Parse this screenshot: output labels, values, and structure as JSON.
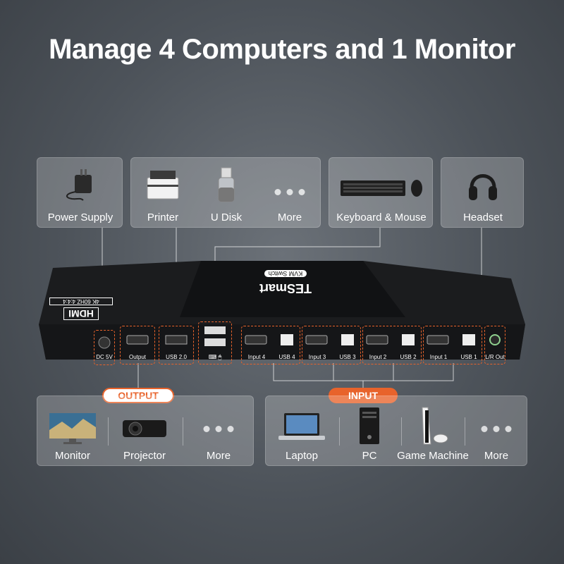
{
  "title": "Manage 4 Computers and 1 Monitor",
  "top_cards": {
    "power": {
      "label": "Power Supply",
      "icon": "power-adapter-icon"
    },
    "usb_devices": [
      {
        "label": "Printer",
        "icon": "printer-icon"
      },
      {
        "label": "U Disk",
        "icon": "usb-disk-icon"
      },
      {
        "label": "More",
        "icon": "more-dots-icon"
      }
    ],
    "keyboard_mouse": {
      "label": "Keyboard & Mouse",
      "icon": "keyboard-mouse-icon"
    },
    "headset": {
      "label": "Headset",
      "icon": "headset-icon"
    }
  },
  "device": {
    "brand": "TESmart",
    "subtitle": "KVM Switch",
    "badge_hdmi": "HDMI",
    "badge_spec": "4K 60HZ 4:4:4",
    "ports": {
      "dc": "DC 5V",
      "output": "Output",
      "usb20": "USB 2.0",
      "km": "⌨ 🖱",
      "input4": "Input 4",
      "usb4": "USB 4",
      "input3": "Input 3",
      "usb3": "USB 3",
      "input2": "Input 2",
      "usb2": "USB 2",
      "input1": "Input 1",
      "usb1": "USB 1",
      "lr": "L/R Out"
    }
  },
  "output_tag": "OUTPUT",
  "input_tag": "INPUT",
  "output_items": [
    {
      "label": "Monitor",
      "icon": "monitor-icon"
    },
    {
      "label": "Projector",
      "icon": "projector-icon"
    },
    {
      "label": "More",
      "icon": "more-dots-icon"
    }
  ],
  "input_items": [
    {
      "label": "Laptop",
      "icon": "laptop-icon"
    },
    {
      "label": "PC",
      "icon": "pc-tower-icon"
    },
    {
      "label": "Game Machine",
      "icon": "game-console-icon"
    },
    {
      "label": "More",
      "icon": "more-dots-icon"
    }
  ],
  "colors": {
    "accent": "#e8632b",
    "card": "#b9bcc0",
    "device": "#1b1c1e"
  }
}
